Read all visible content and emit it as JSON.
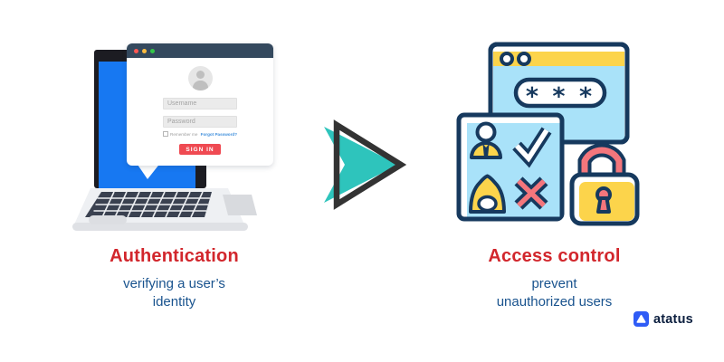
{
  "page": {
    "background": "#ffffff"
  },
  "authentication": {
    "heading": "Authentication",
    "heading_color": "#d2262c",
    "description_lines": [
      "verifying a user’s",
      "identity"
    ],
    "description_color": "#19538e",
    "login_window": {
      "username_placeholder": "Username",
      "password_placeholder": "Password",
      "remember_me_label": "Remember me",
      "forgot_password_label": "Forgot Password?",
      "sign_in_label": "SIGN IN",
      "sign_in_color": "#ef4a52",
      "titlebar_color": "#34495e",
      "traffic_light_colors": [
        "#fc5753",
        "#fdbc40",
        "#34c748"
      ]
    },
    "laptop": {
      "screen_color": "#1778f2",
      "bezel_color": "#1c1c22",
      "body_color": "#eef0f3"
    }
  },
  "arrow": {
    "icon": "right-arrow-icon",
    "fill_color": "#2ec4bc",
    "outline_color": "#333333"
  },
  "access_control": {
    "heading": "Access control",
    "heading_color": "#d2262c",
    "description_lines": [
      "prevent",
      "unauthorized users"
    ],
    "description_color": "#19538e",
    "illustration": {
      "password_mask": "* * *",
      "icons": [
        "browser-window-icon",
        "password-field-icon",
        "authorized-user-icon",
        "check-icon",
        "hacker-icon",
        "cross-icon",
        "padlock-icon"
      ],
      "outline_color": "#16395e",
      "fill_blue": "#a9e2f9",
      "fill_yellow": "#fcd44b",
      "fill_pink": "#f4767c"
    }
  },
  "brand": {
    "name": "atatus",
    "icon": "atatus-logo-icon",
    "icon_color": "#2f5cf6",
    "text_color": "#0c1f3f"
  }
}
